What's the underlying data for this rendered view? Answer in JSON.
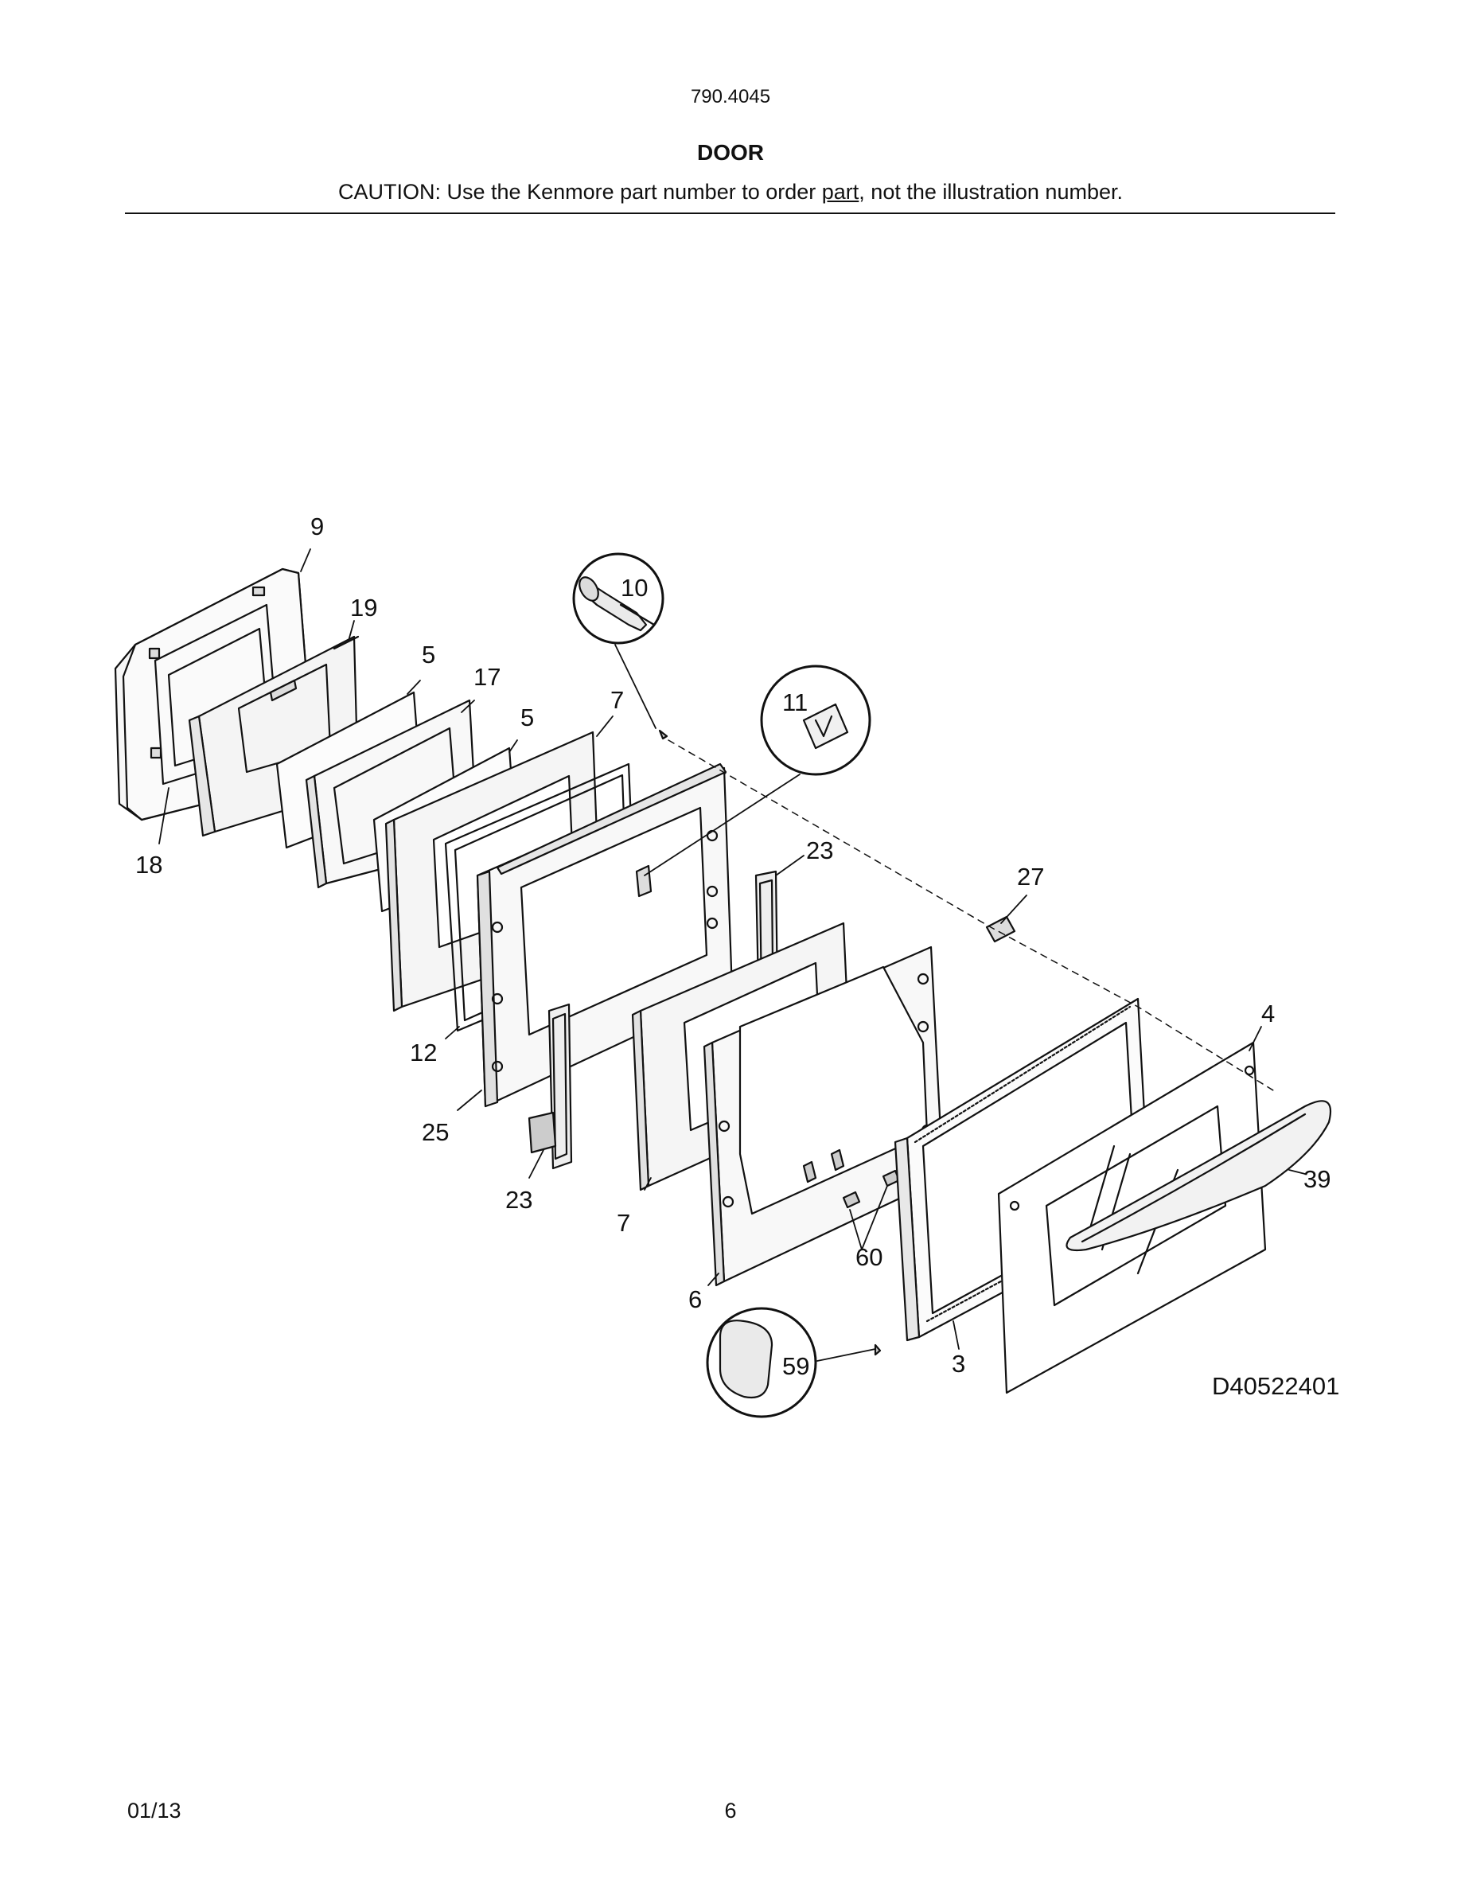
{
  "header": {
    "model_number": "790.4045",
    "section_title": "DOOR",
    "caution_prefix": "CAUTION: Use the Kenmore part number to order ",
    "caution_underlined": "part",
    "caution_suffix": ", not the illustration number."
  },
  "diagram": {
    "drawing_id": "D40522401",
    "callouts": {
      "c9": "9",
      "c19": "19",
      "c5a": "5",
      "c17": "17",
      "c5b": "5",
      "c7a": "7",
      "c10": "10",
      "c11": "11",
      "c18": "18",
      "c23a": "23",
      "c27": "27",
      "c12": "12",
      "c25": "25",
      "c23b": "23",
      "c4": "4",
      "c39": "39",
      "c7b": "7",
      "c60": "60",
      "c6": "6",
      "c59": "59",
      "c3": "3"
    }
  },
  "footer": {
    "date": "01/13",
    "page": "6"
  }
}
